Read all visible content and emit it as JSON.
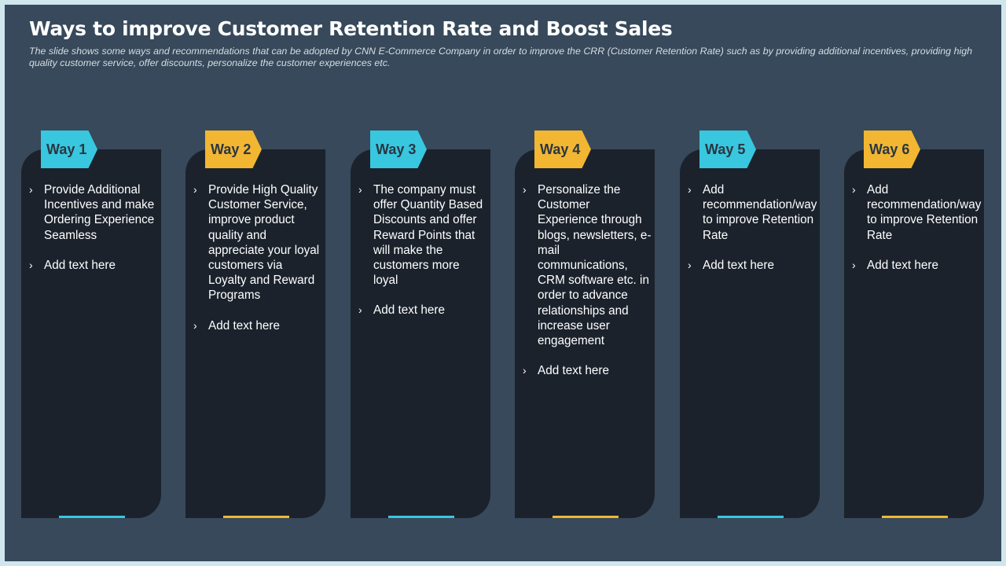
{
  "header": {
    "title": "Ways to improve Customer Retention Rate and Boost Sales",
    "subtitle": "The slide shows some ways and recommendations that can be adopted by CNN E-Commerce Company in order to improve the CRR (Customer Retention Rate) such as by providing additional incentives, providing high quality customer service, offer discounts, personalize the customer experiences etc."
  },
  "colors": {
    "cyan": "#38c7df",
    "yellow": "#f2b632",
    "background": "#37495a",
    "card": "#1b222c"
  },
  "bullet_icon": "chevron-right-icon",
  "ways": [
    {
      "label": "Way 1",
      "accent": "cyan",
      "items": [
        "Provide Additional Incentives and make Ordering Experience Seamless",
        "Add text here"
      ]
    },
    {
      "label": "Way 2",
      "accent": "yellow",
      "items": [
        "Provide High Quality Customer Service, improve product quality and appreciate your loyal customers via Loyalty and Reward Programs",
        "Add text here"
      ]
    },
    {
      "label": "Way 3",
      "accent": "cyan",
      "items": [
        "The company must offer Quantity Based Discounts and offer Reward Points that will make the customers more loyal",
        "Add text here"
      ]
    },
    {
      "label": "Way 4",
      "accent": "yellow",
      "items": [
        "Personalize the Customer Experience through blogs, newsletters, e-mail communications, CRM software etc. in order to advance relationships and increase user engagement",
        "Add text here"
      ]
    },
    {
      "label": "Way 5",
      "accent": "cyan",
      "items": [
        "Add recommendation/way to improve Retention Rate",
        "Add text here"
      ]
    },
    {
      "label": "Way 6",
      "accent": "yellow",
      "items": [
        "Add recommendation/way to improve Retention Rate",
        "Add text here"
      ]
    }
  ]
}
